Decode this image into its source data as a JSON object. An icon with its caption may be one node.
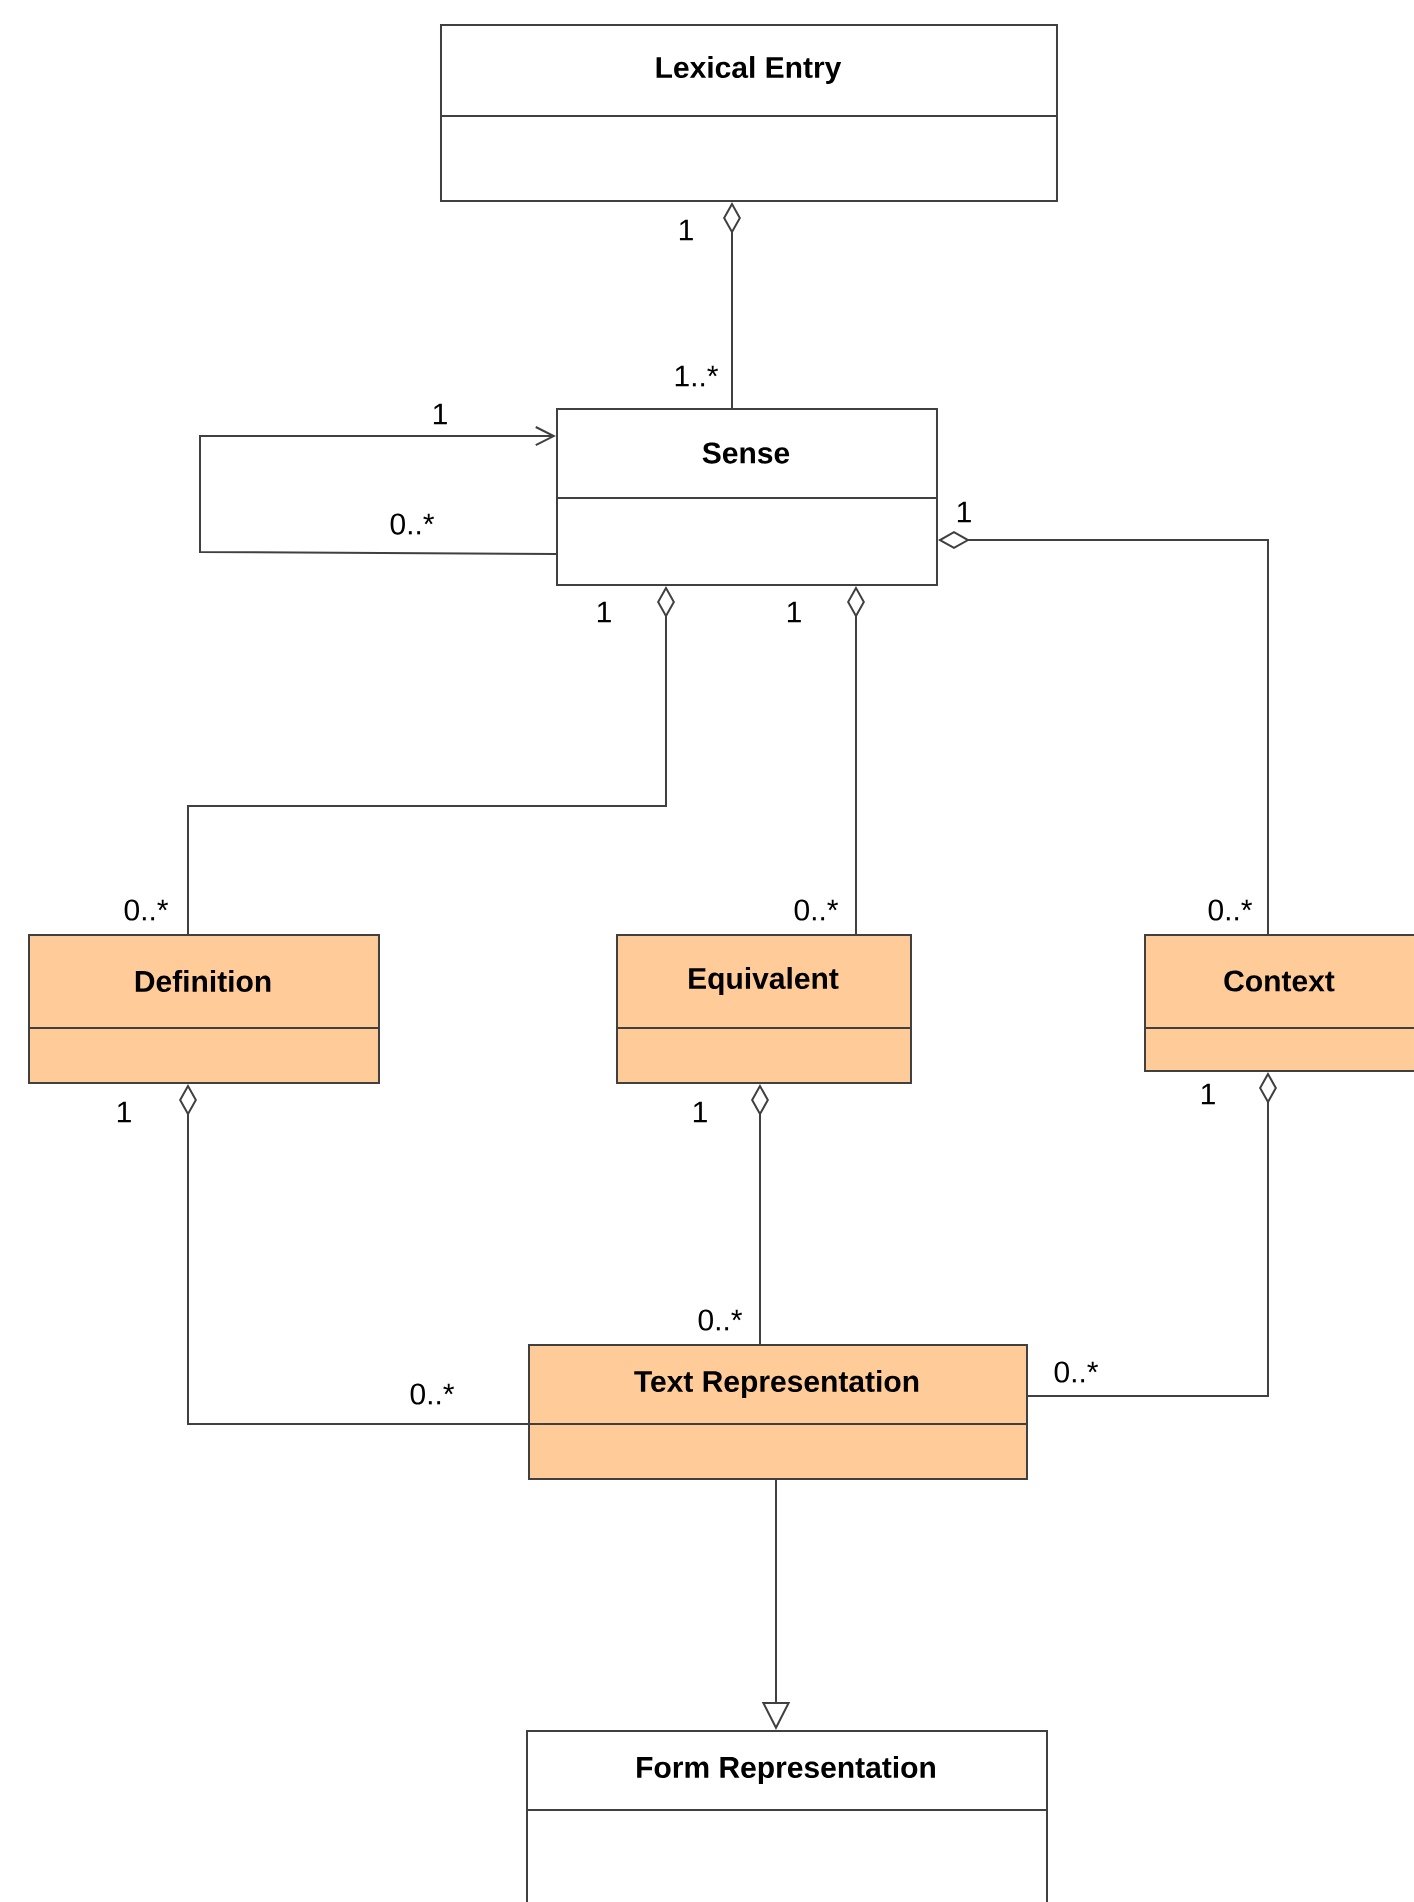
{
  "diagram": {
    "nodes": [
      {
        "text": [
          "Lexical Entry"
        ]
      },
      {
        "text": [
          "Sense"
        ]
      },
      {
        "text": [
          "Definition"
        ]
      },
      {
        "text": [
          "Equivalent"
        ]
      },
      {
        "text": [
          "Context"
        ]
      },
      {
        "text": [
          "Text Representation"
        ]
      },
      {
        "text": [
          "Form Representation"
        ]
      }
    ],
    "edges": [
      {
        "from": 0,
        "to": 1,
        "arrow": "other"
      },
      {
        "from": 1,
        "to": 1,
        "arrow": "to"
      },
      {
        "from": 1,
        "to": 2,
        "arrow": "other"
      },
      {
        "from": 1,
        "to": 3,
        "arrow": "other"
      },
      {
        "from": 1,
        "to": 4,
        "arrow": "other"
      },
      {
        "from": 2,
        "to": 5,
        "arrow": "other"
      },
      {
        "from": 3,
        "to": 5,
        "arrow": "other"
      },
      {
        "from": 4,
        "to": 5,
        "arrow": "other"
      },
      {
        "from": 5,
        "to": 6,
        "arrow": "to"
      }
    ],
    "labels": [
      "1",
      "1..*",
      "1",
      "0..*",
      "1",
      "1",
      "1",
      "0..*",
      "0..*",
      "0..*",
      "1",
      "1",
      "1",
      "0..*",
      "0..*",
      "0..*"
    ]
  }
}
